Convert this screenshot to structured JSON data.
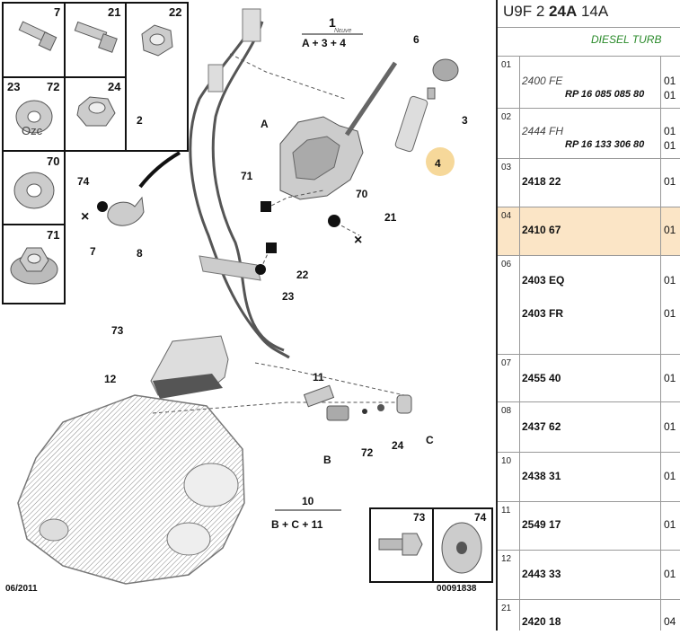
{
  "diagram": {
    "callouts": [
      "1",
      "A + 3 + 4",
      "2",
      "3",
      "4",
      "6",
      "7",
      "8",
      "10",
      "B + C + 11",
      "11",
      "12",
      "21",
      "22",
      "23",
      "24",
      "70",
      "71",
      "72",
      "73",
      "74",
      "A",
      "B",
      "C"
    ],
    "hardware_boxes": {
      "box7": "7",
      "box21": "21",
      "box22": "22",
      "box23": "23",
      "box72": "72",
      "box24": "24",
      "box70": "70",
      "box71": "71",
      "box73": "73",
      "box74": "74"
    },
    "box23_text": "Ozc",
    "date": "06/2011",
    "drawing_number": "00091838",
    "sub_ref": "Nεuve"
  },
  "table": {
    "header_prefix": "U9F 2 ",
    "header_bold": "24A",
    "header_suffix": " 14A",
    "engine_label": "DIESEL TURB",
    "rows": [
      {
        "idx": "01",
        "lines": [
          {
            "ref": "2400 FE",
            "sub": "RP 16 085 085 80",
            "qty_a": "01",
            "qty_b": "01"
          }
        ]
      },
      {
        "idx": "02",
        "lines": [
          {
            "ref": "2444 FH",
            "sub": "RP 16 133 306 80",
            "qty_a": "01",
            "qty_b": "01"
          }
        ]
      },
      {
        "idx": "03",
        "ref": "2418 22",
        "qty": "01"
      },
      {
        "idx": "04",
        "ref": "2410 67",
        "qty": "01",
        "highlight": true
      },
      {
        "idx": "06",
        "refs": [
          {
            "ref": "2403 EQ",
            "qty": "01"
          },
          {
            "ref": "2403 FR",
            "qty": "01"
          }
        ]
      },
      {
        "idx": "07",
        "ref": "2455 40",
        "qty": "01"
      },
      {
        "idx": "08",
        "ref": "2437 62",
        "qty": "01"
      },
      {
        "idx": "10",
        "ref": "2438 31",
        "qty": "01"
      },
      {
        "idx": "11",
        "ref": "2549 17",
        "qty": "01"
      },
      {
        "idx": "12",
        "ref": "2443 33",
        "qty": "01"
      },
      {
        "idx": "21",
        "ref": "2420 18",
        "qty": "04"
      }
    ]
  },
  "colors": {
    "highlight": "#fbe5c6",
    "callout_4_marker": "#f6d89a",
    "engine_text": "#2a8a2a"
  }
}
